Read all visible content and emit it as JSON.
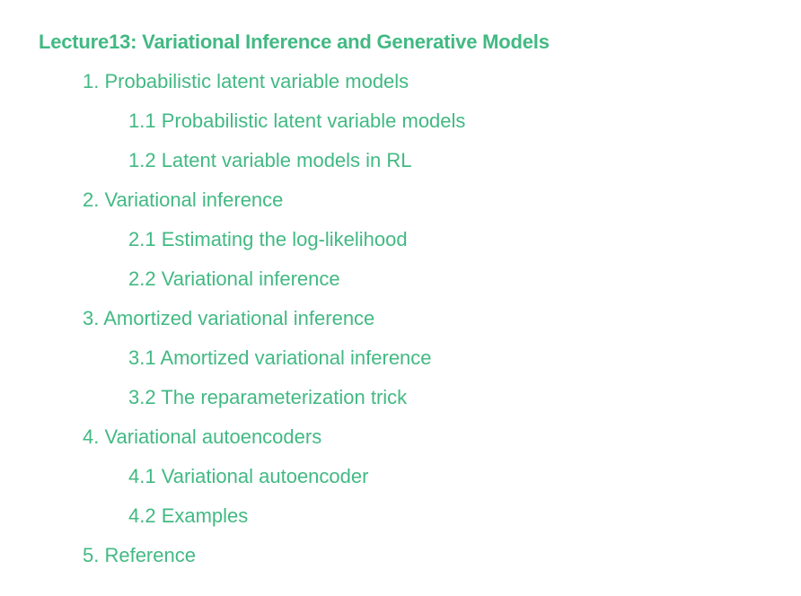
{
  "toc": {
    "title": "Lecture13: Variational Inference and Generative Models",
    "accent_color": "#42b983",
    "items": [
      {
        "level": 1,
        "label": "1. Probabilistic latent variable models"
      },
      {
        "level": 2,
        "label": "1.1 Probabilistic latent variable models"
      },
      {
        "level": 2,
        "label": "1.2 Latent variable models in RL"
      },
      {
        "level": 1,
        "label": "2. Variational inference"
      },
      {
        "level": 2,
        "label": "2.1 Estimating the log-likelihood"
      },
      {
        "level": 2,
        "label": "2.2 Variational inference"
      },
      {
        "level": 1,
        "label": "3. Amortized variational inference"
      },
      {
        "level": 2,
        "label": "3.1 Amortized variational inference"
      },
      {
        "level": 2,
        "label": "3.2 The reparameterization trick"
      },
      {
        "level": 1,
        "label": "4. Variational autoencoders"
      },
      {
        "level": 2,
        "label": "4.1 Variational autoencoder"
      },
      {
        "level": 2,
        "label": "4.2 Examples"
      },
      {
        "level": 1,
        "label": "5. Reference"
      }
    ]
  }
}
